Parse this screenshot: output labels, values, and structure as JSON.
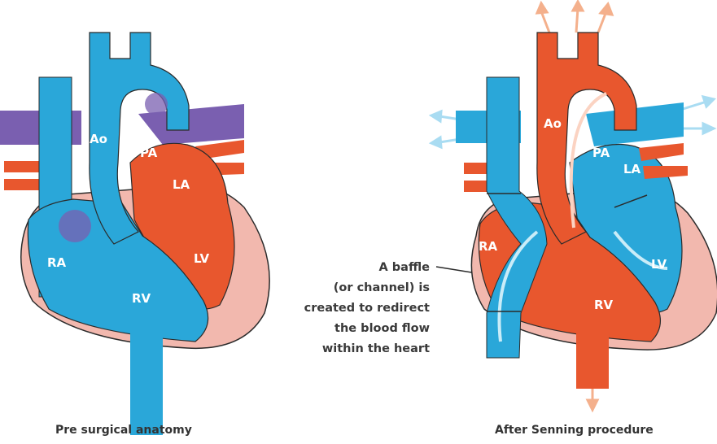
{
  "left_panel": {
    "labels": {
      "ao": "Ao",
      "pa": "PA",
      "la": "LA",
      "ra": "RA",
      "lv": "LV",
      "rv": "RV"
    },
    "caption": "Pre surgical anatomy"
  },
  "right_panel": {
    "labels": {
      "ao": "Ao",
      "pa": "PA",
      "la": "LA",
      "ra": "RA",
      "lv": "LV",
      "rv": "RV"
    },
    "caption": "After Senning procedure"
  },
  "annotation": {
    "lines": [
      "A baffle",
      "(or channel) is",
      "created to redirect",
      "the blood flow",
      "within the heart"
    ]
  },
  "colors": {
    "blue": "#2aa7d9",
    "red": "#e8572e",
    "purple": "#7a5fb0",
    "pink": "#f2b8ae",
    "arrow_light_blue": "#a9dcf2",
    "arrow_peach": "#f4b08c"
  }
}
